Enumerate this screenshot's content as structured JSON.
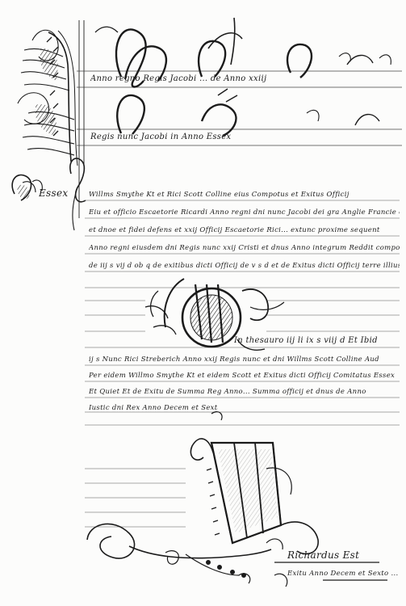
{
  "document": {
    "type": "illuminated manuscript roll (pipe roll / exchequer account)",
    "header_line_1": "Anno regno Regis Jacobi ... de Anno xxiij",
    "header_line_2": "Regis nunc Jacobi in Anno Essex",
    "margin_label": "Essex",
    "body_lines": [
      "Willms Smythe Kt et Rici Scott Colline eius Compotus et Exitus Officij",
      "Eiu et officio Escaetorie Ricardi Anno regni dni nunc Jacobi dei gra Anglie Francie et Hibernie",
      "et dnoe et fidei defens et xxij Officij Escaetorie Rici... extunc proxime sequent",
      "Anno regni eiusdem dni Regis nunc xxij Cristi et dnus Anno integrum Reddit compotum",
      "de iij s vij d ob q de exitibus dicti Officij de v s d et de Exitus dicti Officij terre illius"
    ],
    "sum_line": "In thesauro iij li ix s viij d  Et Ibid",
    "closing_lines": [
      "ij s Nunc Rici Streberich Anno xxij Regis nunc et dni Willms Scott Colline Aud",
      "Per eidem Willmo Smythe Kt et eidem Scott et Exitus dicti Officij Comitatus Essex",
      "Et Quiet Et de Exitu de Summa Reg Anno... Summa officij et dnus de Anno",
      "Iustic dni Rex Anno Decem et Sexto ..."
    ],
    "signature_text": "Richardus Est",
    "footer_text": "Exitu Anno Decem et Sexto ..."
  }
}
